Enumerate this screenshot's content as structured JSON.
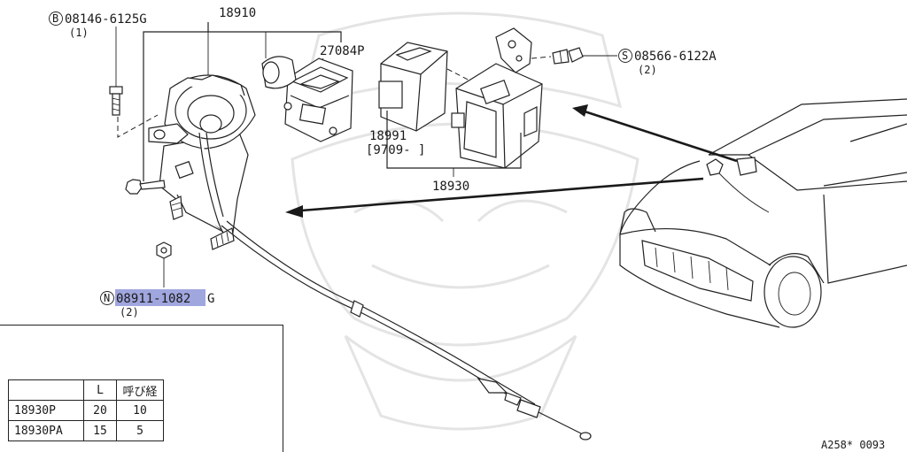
{
  "callouts": {
    "bolt_b": {
      "prefix": "B",
      "part_no": "08146-6125G",
      "qty": "(1)"
    },
    "assembly_main": "18910",
    "actuator": "27084P",
    "screw_s": {
      "prefix": "S",
      "part_no": "08566-6122A",
      "qty": "(2)"
    },
    "controller_sub": {
      "part_no": "18991",
      "date_range": "[9709-      ]"
    },
    "controller_main": "18930",
    "nut_n": {
      "prefix": "N",
      "part_no_highlighted": "08911-1082",
      "suffix": "G",
      "qty": "(2)"
    }
  },
  "dimension_label": "L",
  "spec_table": {
    "headers": [
      "",
      "L",
      "呼び経"
    ],
    "rows": [
      [
        "18930P",
        "20",
        "10"
      ],
      [
        "18930PA",
        "15",
        "5"
      ]
    ]
  },
  "figure_code": "A258* 0093",
  "colors": {
    "line": "#222222",
    "highlight": "#8f96d8",
    "watermark": "#e4e4e4"
  }
}
